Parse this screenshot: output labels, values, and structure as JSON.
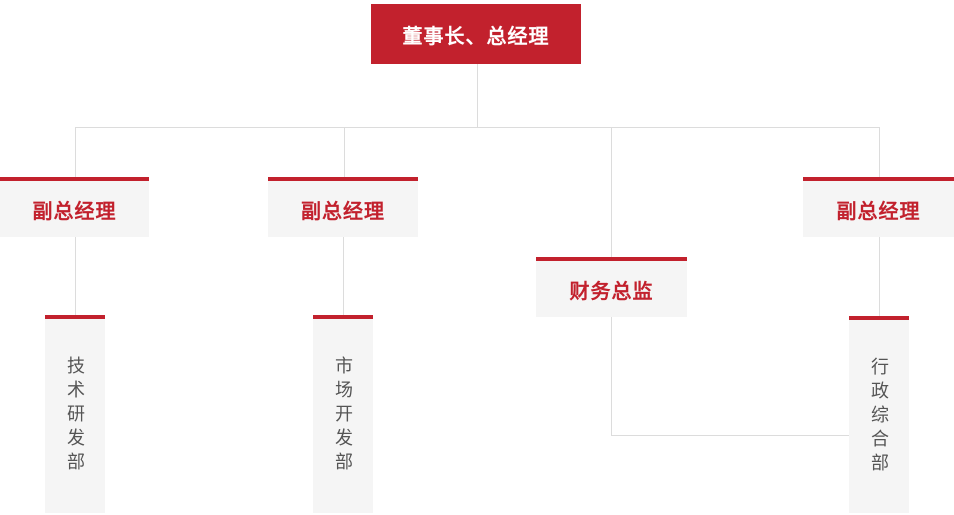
{
  "page": {
    "background": "#ffffff"
  },
  "org_chart": {
    "type": "org-tree",
    "colors": {
      "accent_red": "#c2212d",
      "node_bg": "#f5f5f5",
      "connector_line": "#dcdcdc",
      "dept_text": "#555555",
      "root_text": "#ffffff"
    },
    "root": {
      "label": "董事长、总经理"
    },
    "level2": [
      {
        "label": "副总经理"
      },
      {
        "label": "副总经理"
      },
      {
        "label": "财务总监"
      },
      {
        "label": "副总经理"
      }
    ],
    "level3": [
      {
        "label": "技术研发部"
      },
      {
        "label": "市场开发部"
      },
      {
        "label": "行政综合部"
      }
    ],
    "edges": [
      "董事长、总经理 -> 副总经理(左)",
      "董事长、总经理 -> 副总经理(中)",
      "董事长、总经理 -> 财务总监",
      "董事长、总经理 -> 副总经理(右)",
      "副总经理(左) -> 技术研发部",
      "副总经理(中) -> 市场开发部",
      "副总经理(右) -> 行政综合部",
      "财务总监 -> 行政综合部"
    ]
  }
}
